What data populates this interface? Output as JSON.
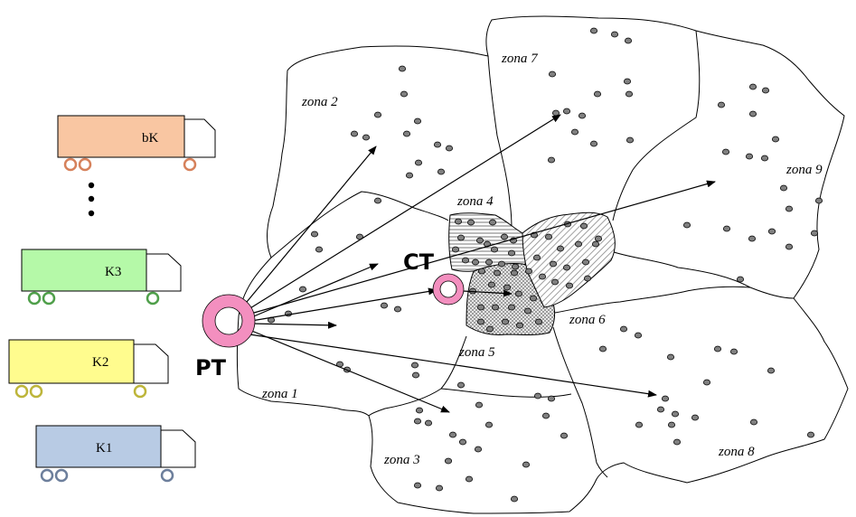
{
  "colors": {
    "terminal": "#f38fbf",
    "truck_bK": "#f9c6a2",
    "truck_K3": "#b5f9a8",
    "truck_K2": "#fffc8e",
    "truck_K1": "#b8cbe4",
    "wheel_bK": "#d6815b",
    "wheel_K3": "#4f9f4a",
    "wheel_K2": "#bdb53a",
    "wheel_K1": "#6d7f9c",
    "customer": "#808080"
  },
  "terminals": {
    "main": "PT",
    "transfer": "CT"
  },
  "trucks": [
    {
      "id": "bK",
      "label": "bK"
    },
    {
      "id": "K3",
      "label": "K3"
    },
    {
      "id": "K2",
      "label": "K2"
    },
    {
      "id": "K1",
      "label": "K1"
    }
  ],
  "zones": [
    {
      "id": "zona1",
      "label": "zona 1"
    },
    {
      "id": "zona2",
      "label": "zona 2"
    },
    {
      "id": "zona3",
      "label": "zona 3"
    },
    {
      "id": "zona4",
      "label": "zona 4"
    },
    {
      "id": "zona5",
      "label": "zona 5"
    },
    {
      "id": "zona6",
      "label": "zona 6"
    },
    {
      "id": "zona7",
      "label": "zona 7"
    },
    {
      "id": "zona8",
      "label": "zona 8"
    },
    {
      "id": "zona9",
      "label": "zona 9"
    }
  ]
}
